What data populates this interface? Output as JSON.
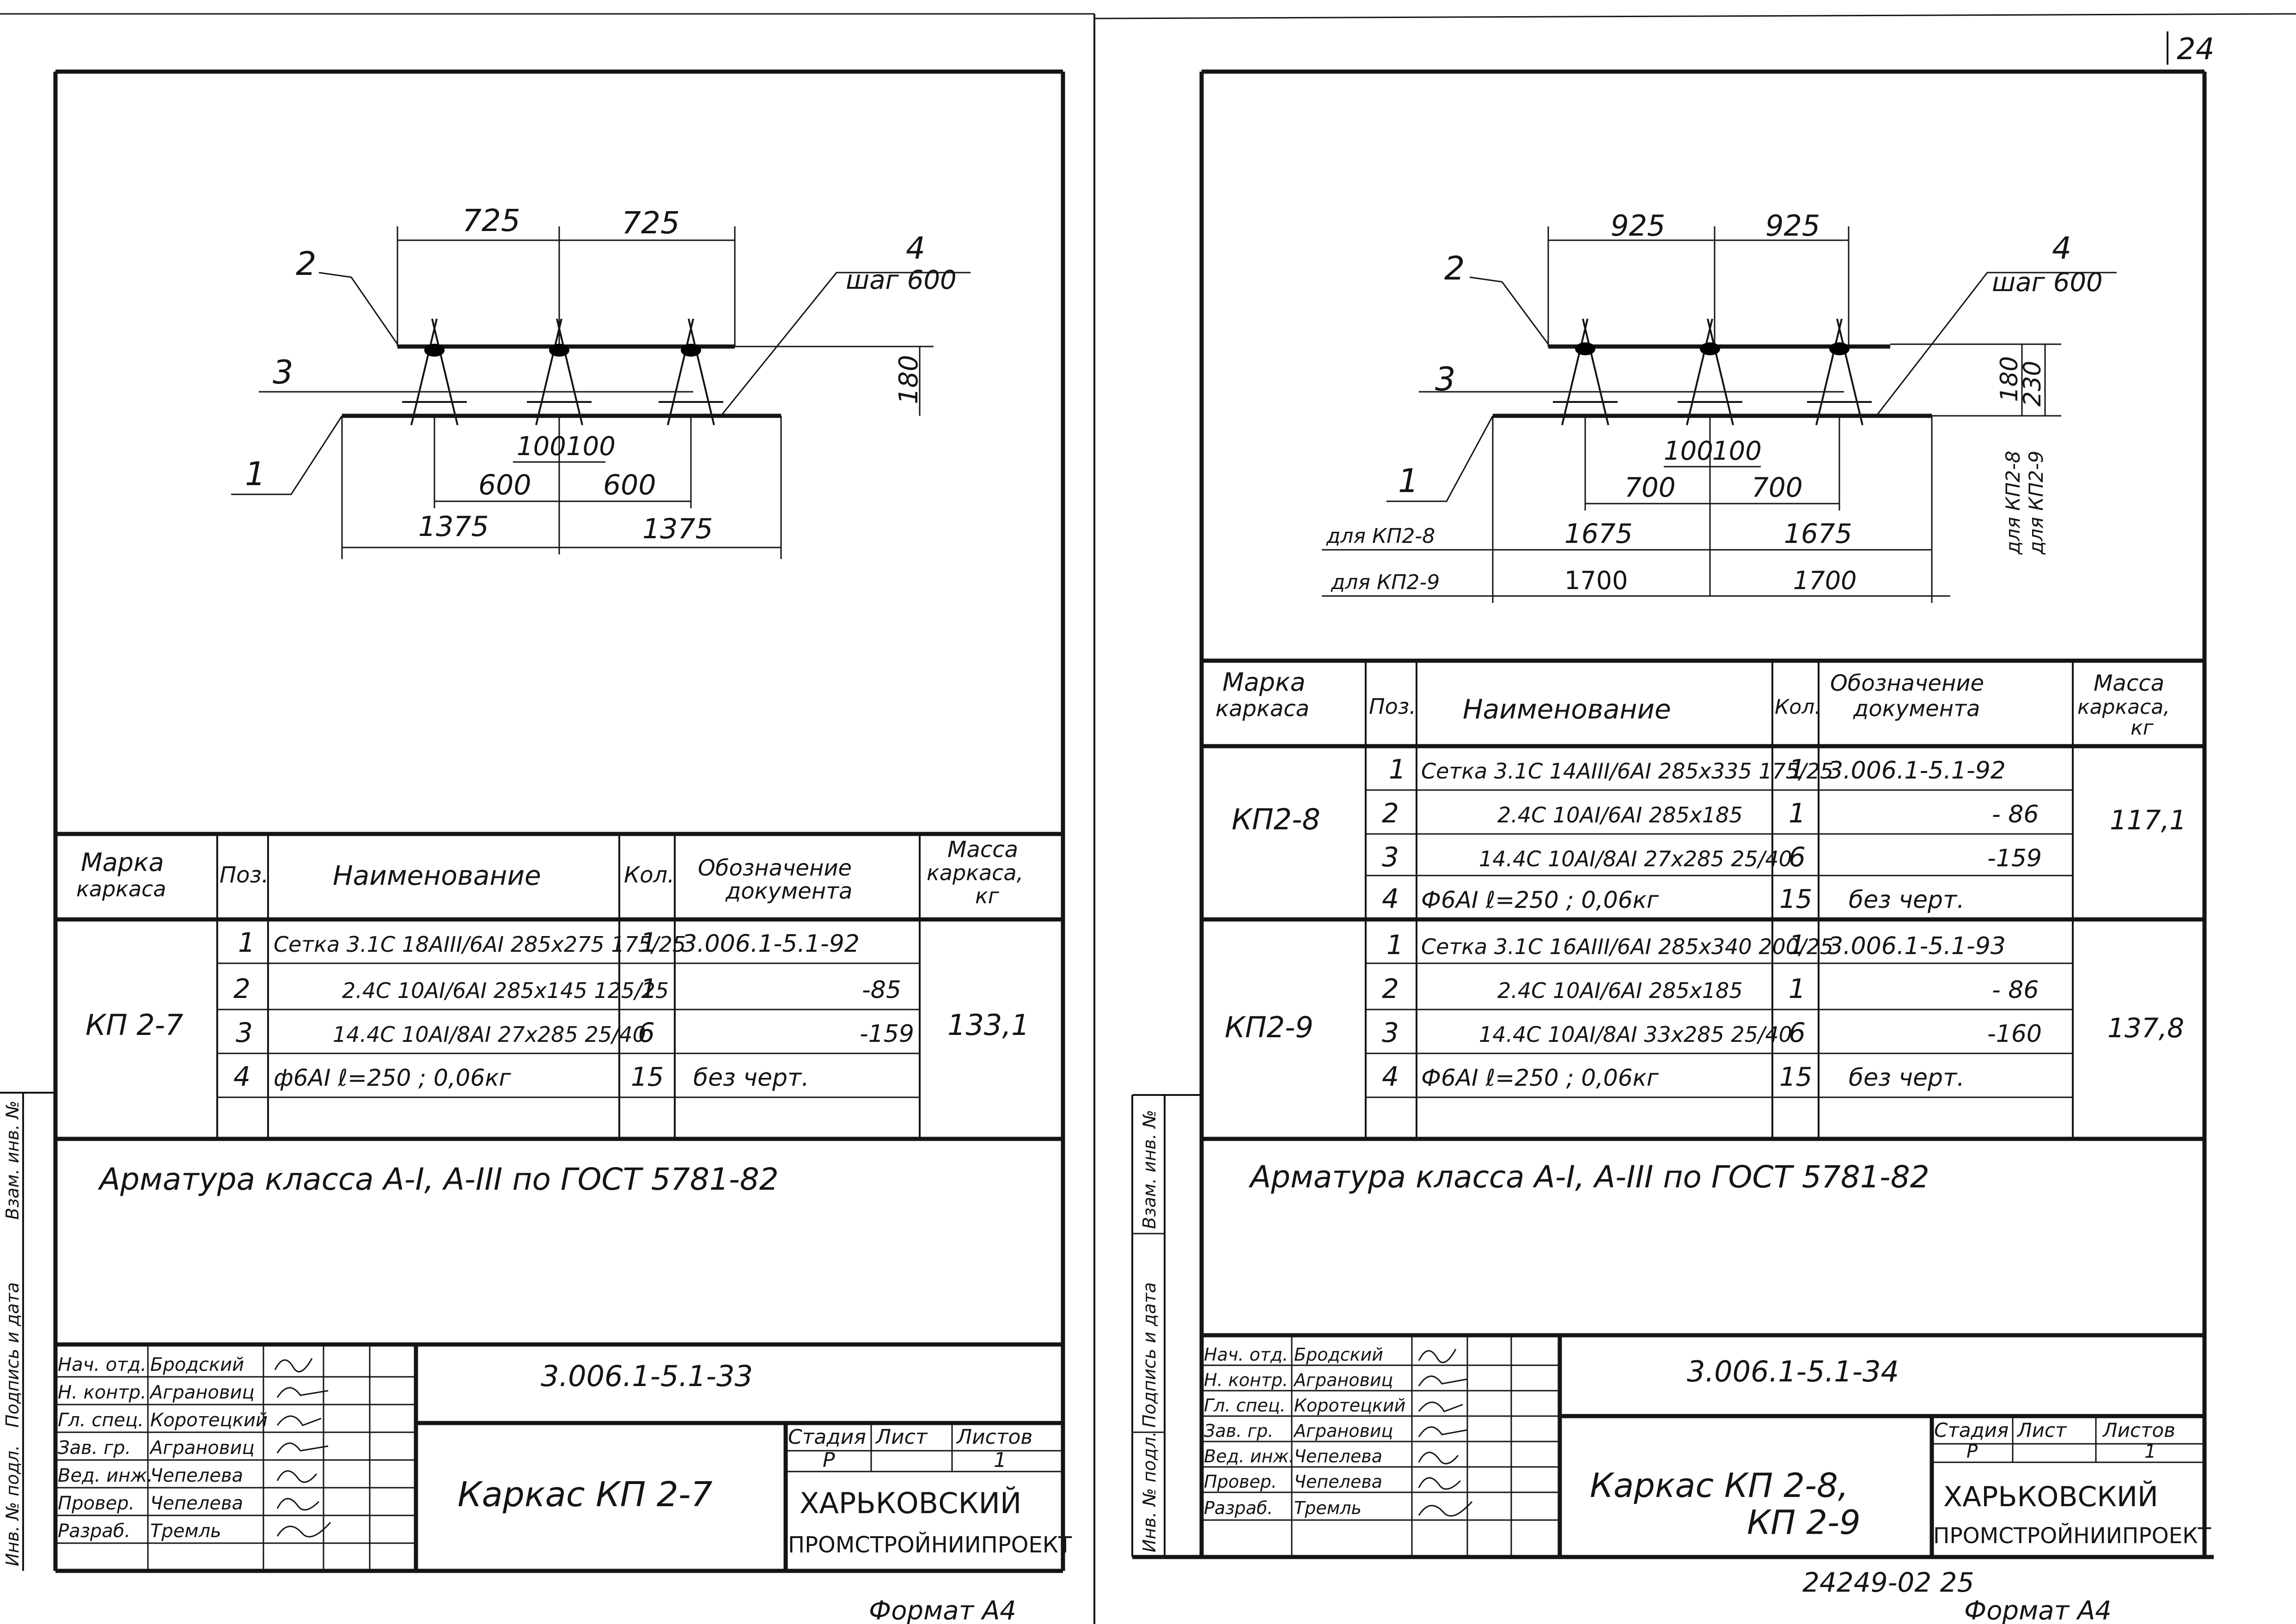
{
  "page_number": "24",
  "inventory_stamp": "24249-02   25",
  "format_note_left": "Формат А4",
  "format_note_right": "Формат А4",
  "left_sheet": {
    "drawing": {
      "dims_top": [
        "725",
        "725"
      ],
      "callout_2": "2",
      "callout_3": "3",
      "callout_1": "1",
      "callout_4": "4",
      "step_label": "шаг 600",
      "height_dim": "180",
      "dims_small": [
        "100",
        "100"
      ],
      "dims_mid": [
        "600",
        "600"
      ],
      "dims_bottom": [
        "1375",
        "1375"
      ]
    },
    "table": {
      "headers": {
        "mark": [
          "Марка",
          "каркаса"
        ],
        "pos": "Поз.",
        "name": "Наименование",
        "qty": "Кол.",
        "doc": [
          "Обозначение",
          "документа"
        ],
        "mass": [
          "Масса",
          "каркаса,",
          "кг"
        ]
      },
      "groups": [
        {
          "mark": "КП 2-7",
          "mass": "133,1",
          "rows": [
            {
              "pos": "1",
              "name": "Сетка 3.1С 18АIII/6АI 285х275 175/25",
              "qty": "1",
              "doc": "3.006.1-5.1-92"
            },
            {
              "pos": "2",
              "name": "2.4С 10АI/6АI 285х145 125/25",
              "qty": "1",
              "doc": "-85"
            },
            {
              "pos": "3",
              "name": "14.4С 10АI/8АI 27х285 25/40",
              "qty": "6",
              "doc": "-159"
            },
            {
              "pos": "4",
              "name": "ф6АI   ℓ=250 ; 0,06кг",
              "qty": "15",
              "doc": "без черт."
            }
          ]
        }
      ]
    },
    "note": "Арматура   класса    А-I, А-III  по  ГОСТ 5781-82",
    "title_block": {
      "signers": [
        {
          "role": "Нач. отд.",
          "name": "Бродский"
        },
        {
          "role": "Н. контр.",
          "name": "Аграновиц"
        },
        {
          "role": "Гл. спец.",
          "name": "Коротецкий"
        },
        {
          "role": "Зав. гр.",
          "name": "Аграновиц"
        },
        {
          "role": "Вед. инж.",
          "name": "Чепелева"
        },
        {
          "role": "Провер.",
          "name": "Чепелева"
        },
        {
          "role": "Разраб.",
          "name": "Тремль"
        }
      ],
      "code": "3.006.1-5.1-33",
      "title": "Каркас КП 2-7",
      "stage_label": "Стадия",
      "sheet_label": "Лист",
      "sheets_label": "Листов",
      "stage": "Р",
      "sheet": "",
      "sheets": "1",
      "org_line1": "ХАРЬКОВСКИЙ",
      "org_line2": "ПРОМСТРОЙНИИПРОЕКТ"
    },
    "side_labels": [
      "Взам. инв. №",
      "Подпись и дата",
      "Инв. № подл."
    ]
  },
  "right_sheet": {
    "drawing": {
      "dims_top": [
        "925",
        "925"
      ],
      "callout_2": "2",
      "callout_3": "3",
      "callout_1": "1",
      "callout_4": "4",
      "step_label": "шаг 600",
      "height_dim_a": "180",
      "height_dim_b": "230",
      "vert_label_a": "для КП2-8",
      "vert_label_b": "для КП2-9",
      "dims_small": [
        "100",
        "100"
      ],
      "dims_mid": [
        "700",
        "700"
      ],
      "row_label_a": "для  КП2-8",
      "dims_a": [
        "1675",
        "1675"
      ],
      "row_label_b": "для  КП2-9",
      "dims_b": [
        "1700",
        "1700"
      ]
    },
    "table": {
      "headers": {
        "mark": [
          "Марка",
          "каркаса"
        ],
        "pos": "Поз.",
        "name": "Наименование",
        "qty": "Кол.",
        "doc": [
          "Обозначение",
          "документа"
        ],
        "mass": [
          "Масса",
          "каркаса,",
          "кг"
        ]
      },
      "groups": [
        {
          "mark": "КП2-8",
          "mass": "117,1",
          "rows": [
            {
              "pos": "1",
              "name": "Сетка 3.1С 14АIII/6АI 285х335 175/25",
              "qty": "1",
              "doc": "3.006.1-5.1-92"
            },
            {
              "pos": "2",
              "name": "2.4С 10АI/6АI 285х185",
              "qty": "1",
              "doc": "- 86"
            },
            {
              "pos": "3",
              "name": "14.4С 10АI/8АI 27х285 25/40",
              "qty": "6",
              "doc": "-159"
            },
            {
              "pos": "4",
              "name": "Ф6АI   ℓ=250 ; 0,06кг",
              "qty": "15",
              "doc": "без черт."
            }
          ]
        },
        {
          "mark": "КП2-9",
          "mass": "137,8",
          "rows": [
            {
              "pos": "1",
              "name": "Сетка 3.1С 16АIII/6АI 285х340 200/25",
              "qty": "1",
              "doc": "3.006.1-5.1-93"
            },
            {
              "pos": "2",
              "name": "2.4С 10АI/6АI 285х185",
              "qty": "1",
              "doc": "- 86"
            },
            {
              "pos": "3",
              "name": "14.4С 10АI/8АI 33х285 25/40",
              "qty": "6",
              "doc": "-160"
            },
            {
              "pos": "4",
              "name": "Ф6АI   ℓ=250 ; 0,06кг",
              "qty": "15",
              "doc": "без черт."
            }
          ]
        }
      ]
    },
    "note": "Арматура    класса    А-I, А-III  по  ГОСТ 5781-82",
    "title_block": {
      "signers": [
        {
          "role": "Нач. отд.",
          "name": "Бродский"
        },
        {
          "role": "Н. контр.",
          "name": "Аграновиц"
        },
        {
          "role": "Гл. спец.",
          "name": "Коротецкий"
        },
        {
          "role": "Зав. гр.",
          "name": "Аграновиц"
        },
        {
          "role": "Вед. инж.",
          "name": "Чепелева"
        },
        {
          "role": "Провер.",
          "name": "Чепелева"
        },
        {
          "role": "Разраб.",
          "name": "Тремль"
        }
      ],
      "code": "3.006.1-5.1-34",
      "title_line1": "Каркас  КП 2-8,",
      "title_line2": "КП 2-9",
      "stage_label": "Стадия",
      "sheet_label": "Лист",
      "sheets_label": "Листов",
      "stage": "Р",
      "sheet": "",
      "sheets": "1",
      "org_line1": "ХАРЬКОВСКИЙ",
      "org_line2": "ПРОМСТРОЙНИИПРОЕКТ"
    },
    "side_labels": [
      "Взам. инв. №",
      "Подпись и дата",
      "Инв. № подл."
    ]
  }
}
